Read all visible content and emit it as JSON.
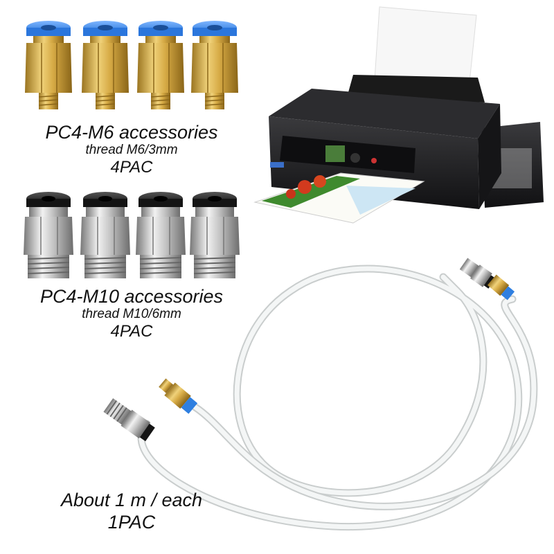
{
  "products": {
    "m6": {
      "title": "PC4-M6 accessories",
      "thread": "thread M6/3mm",
      "count": "4PAC"
    },
    "m10": {
      "title": "PC4-M10 accessories",
      "thread": "thread M10/6mm",
      "count": "4PAC"
    },
    "tube": {
      "length": "About 1 m / each",
      "count": "1PAC"
    }
  },
  "colors": {
    "m6_collet": "#2f7fe0",
    "brass": "#c9a23a",
    "m10_collet": "#1a1a1a",
    "steel": "#b8b8b8",
    "tube": "#eef0f0",
    "printer": "#1c1c1e"
  },
  "icons": [
    "fitting-m6-icon",
    "fitting-m10-icon",
    "printer-icon",
    "ptfe-tube-icon"
  ]
}
